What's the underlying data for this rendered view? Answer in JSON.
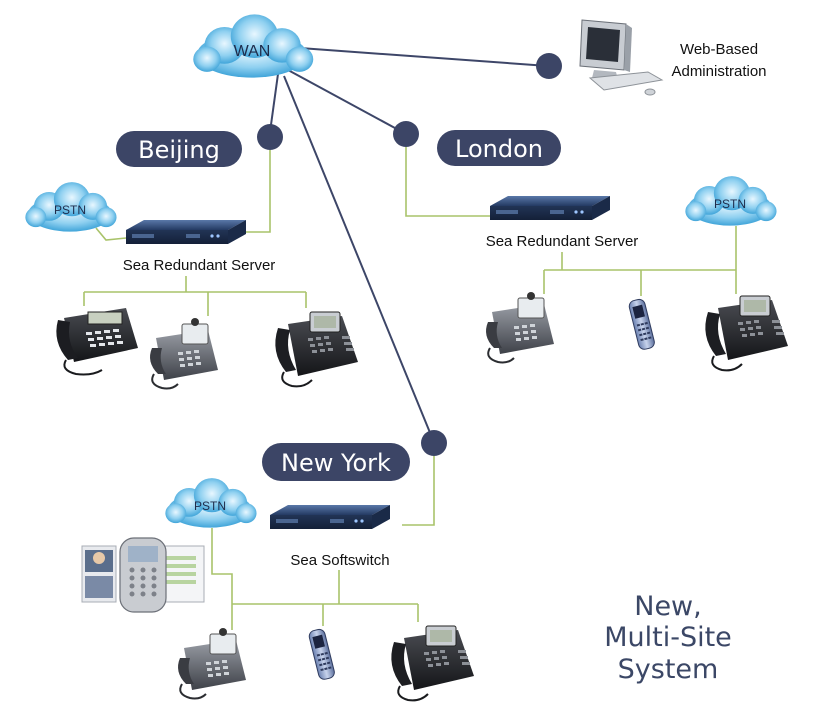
{
  "wan": {
    "label": "WAN"
  },
  "admin": {
    "line1": "Web-Based",
    "line2": "Administration",
    "icon": "computer-monitor-icon"
  },
  "sites": {
    "beijing": {
      "label": "Beijing",
      "server": "Sea Redundant Server",
      "pstn": "PSTN"
    },
    "london": {
      "label": "London",
      "server": "Sea Redundant Server",
      "pstn": "PSTN"
    },
    "newyork": {
      "label": "New York",
      "server": "Sea Softswitch",
      "pstn": "PSTN"
    }
  },
  "caption": {
    "line1": "New,",
    "line2": "Multi-Site",
    "line3": "System"
  },
  "colors": {
    "pill": "#3c4566",
    "link": "#3d4668",
    "cloud": "#35a6dc",
    "branch": "#a9c36a",
    "server": "#2f4a78"
  }
}
